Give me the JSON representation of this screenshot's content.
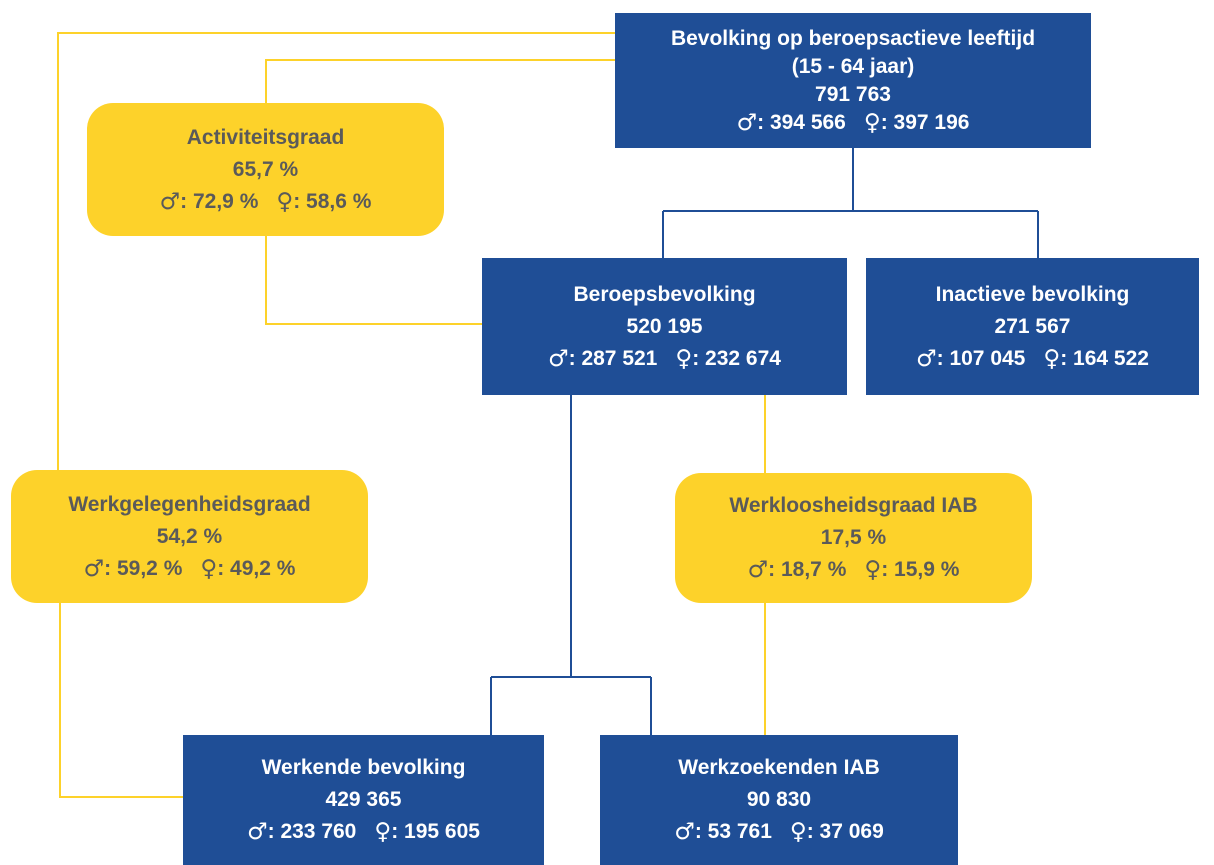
{
  "male_symbol": "♂",
  "female_symbol": "♀",
  "nodes": {
    "population": {
      "title": "Bevolking op beroepsactieve leeftijd",
      "subtitle": "(15 - 64 jaar)",
      "value": "791 763",
      "male": ": 394 566",
      "female": ":  397 196"
    },
    "labour_force": {
      "title": "Beroepsbevolking",
      "value": "520 195",
      "male": ": 287 521",
      "female": ": 232 674"
    },
    "inactive": {
      "title": "Inactieve bevolking",
      "value": "271 567",
      "male": ": 107 045",
      "female": ": 164 522"
    },
    "employed": {
      "title": "Werkende bevolking",
      "value": "429 365",
      "male": ": 233 760",
      "female": ": 195 605"
    },
    "jobseekers": {
      "title": "Werkzoekenden IAB",
      "value": "90 830",
      "male": ": 53 761",
      "female": ": 37 069"
    },
    "activity_rate": {
      "title": "Activiteitsgraad",
      "value": "65,7 %",
      "male": ": 72,9 %",
      "female": ": 58,6 %"
    },
    "employment_rate": {
      "title": "Werkgelegenheidsgraad",
      "value": "54,2 %",
      "male": ": 59,2 %",
      "female": ": 49,2 %"
    },
    "unemployment_rate": {
      "title": "Werkloosheidsgraad IAB",
      "value": "17,5 %",
      "male": ": 18,7 %",
      "female": ": 15,9 %"
    }
  },
  "colors": {
    "blue_box": "#1f4e96",
    "yellow_box": "#fdd22a",
    "yellow_text": "#5a5a5a",
    "blue_line": "#1f4e96",
    "yellow_line": "#fdd22a"
  }
}
